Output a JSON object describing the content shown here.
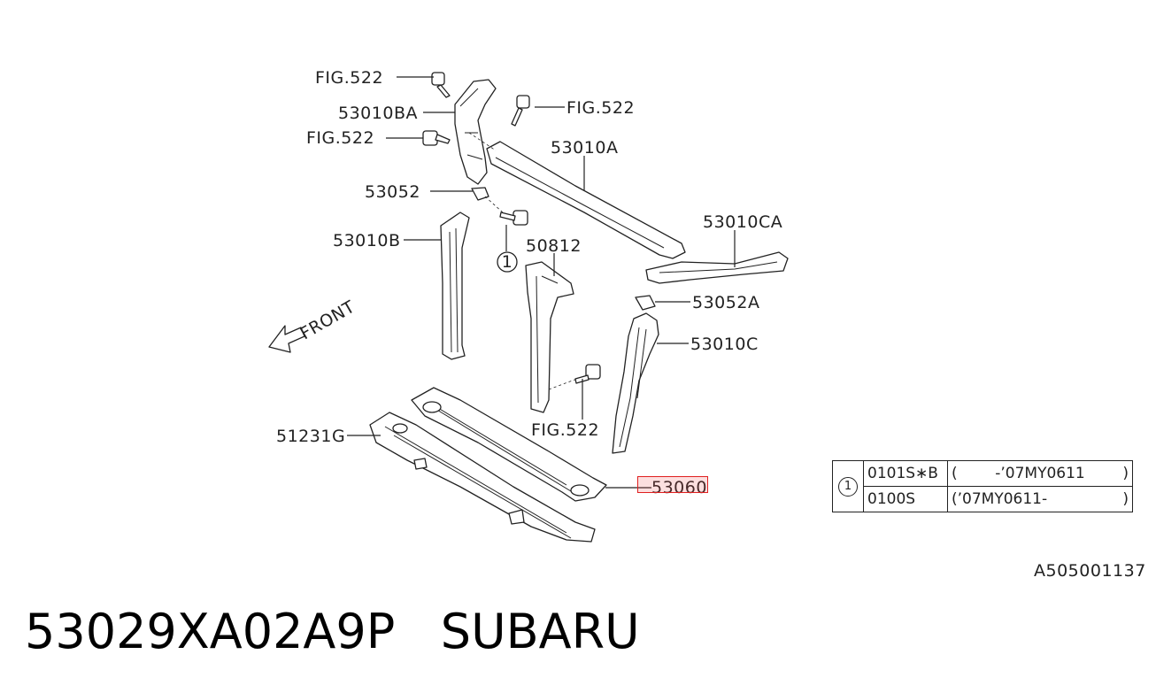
{
  "diagram": {
    "callouts": {
      "fig522_top": "FIG.522",
      "p53010BA": "53010BA",
      "fig522_left": "FIG.522",
      "fig522_right": "FIG.522",
      "p53010A": "53010A",
      "p53052": "53052",
      "p53010B": "53010B",
      "p50812": "50812",
      "p53010CA": "53010CA",
      "p53052A": "53052A",
      "p53010C": "53010C",
      "fig522_bottom": "FIG.522",
      "p51231G": "51231G",
      "p53060": "53060",
      "ref1": "1"
    },
    "front_label": "FRONT"
  },
  "legend": {
    "ref": "1",
    "rows": [
      {
        "code": "0101S∗B",
        "range_start": "(",
        "range_mid": "-’07MY0611",
        "range_end": ")"
      },
      {
        "code": "0100S",
        "range_start": "(’07MY0611-",
        "range_mid": "",
        "range_end": ")"
      }
    ]
  },
  "image_id": "A505001137",
  "footer": {
    "part_number": "53029XA02A9P",
    "brand": "SUBARU"
  },
  "colors": {
    "highlight": "#e02020",
    "line": "#222222"
  }
}
